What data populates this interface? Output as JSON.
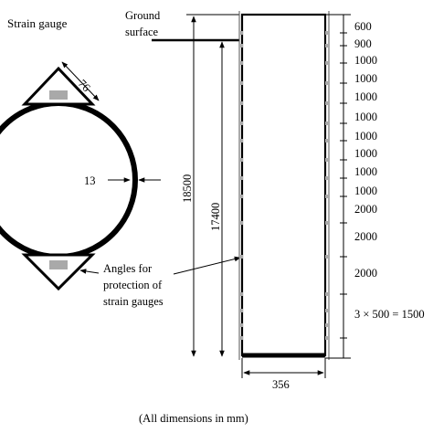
{
  "labels": {
    "strain_gauge": "Strain gauge",
    "ground_line1": "Ground",
    "ground_line2": "surface",
    "thickness": "13",
    "angle_size": "76",
    "angles_line1": "Angles for",
    "angles_line2": "protection of",
    "angles_line3": "strain gauges",
    "total_length": "18500",
    "embedded_length": "17400",
    "diameter": "356",
    "footer": "(All dimensions  in mm)"
  },
  "spacings": [
    "600",
    "900",
    "1000",
    "1000",
    "1000",
    "1000",
    "1000",
    "1000",
    "1000",
    "1000",
    "2000",
    "2000",
    "2000",
    "3 × 500 = 1500"
  ],
  "colors": {
    "ink": "#000000",
    "gauge": "#a9a9a9",
    "wall": "#555555"
  }
}
